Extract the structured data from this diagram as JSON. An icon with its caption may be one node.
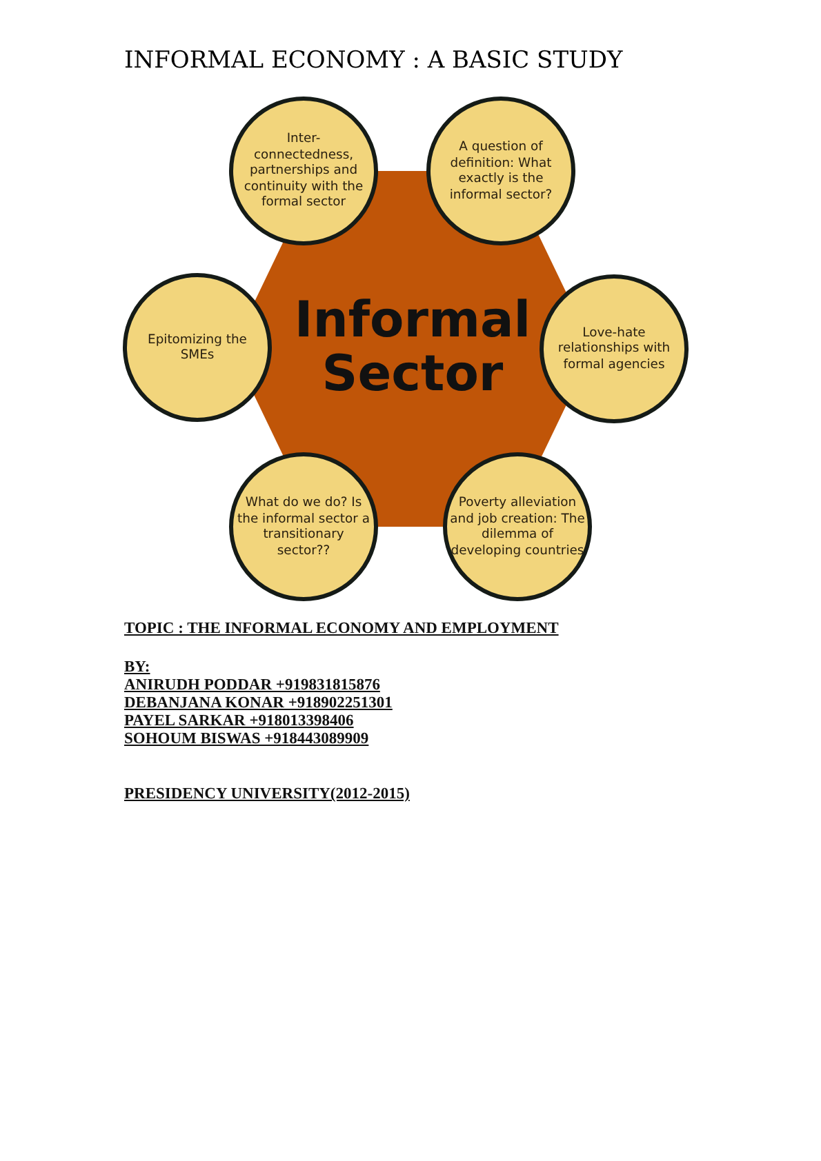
{
  "diagram": {
    "title": "INFORMAL ECONOMY :  A BASIC STUDY",
    "nodes": [
      {
        "text": [
          "Informal Sector"
        ]
      },
      {
        "text": [
          "Inter-connectedness, partnerships and continuity with the formal sector"
        ]
      },
      {
        "text": [
          "A question of definition: What exactly is the informal sector?"
        ]
      },
      {
        "text": [
          "Epitomizing the SMEs"
        ]
      },
      {
        "text": [
          "Love-hate relationships with formal agencies"
        ]
      },
      {
        "text": [
          "What do we do? Is the informal sector a transitionary sector??"
        ]
      },
      {
        "text": [
          "Poverty alleviation and job creation: The dilemma of developing countries"
        ]
      }
    ],
    "labels": [
      "TOPIC : THE INFORMAL ECONOMY AND EMPLOYMENT",
      "BY:",
      "ANIRUDH PODDAR +919831815876",
      "DEBANJANA KONAR +918902251301",
      "PAYEL SARKAR +918013398406",
      "SOHOUM BISWAS +918443089909",
      "PRESIDENCY UNIVERSITY(2012-2015)"
    ]
  }
}
